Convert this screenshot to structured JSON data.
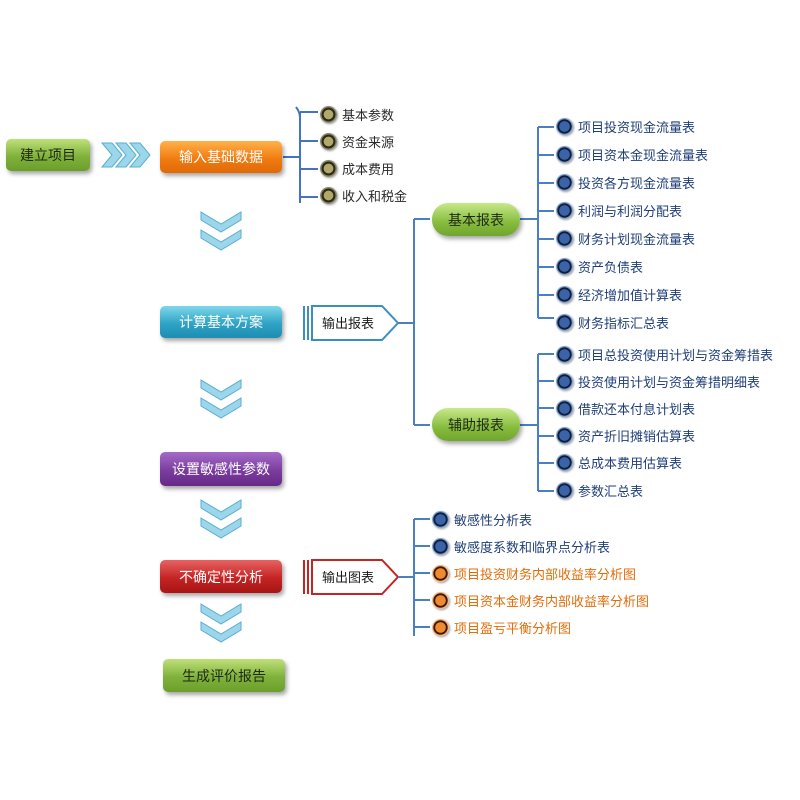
{
  "flow": {
    "create_project": "建立项目",
    "input_data": "输入基础数据",
    "calc_plan": "计算基本方案",
    "set_sensitivity": "设置敏感性参数",
    "uncertainty": "不确定性分析",
    "gen_report": "生成评价报告"
  },
  "input_items": [
    "基本参数",
    "资金来源",
    "成本费用",
    "收入和税金"
  ],
  "output_reports": {
    "label": "输出报表",
    "basic": {
      "label": "基本报表",
      "items": [
        "项目投资现金流量表",
        "项目资本金现金流量表",
        "投资各方现金流量表",
        "利润与利润分配表",
        "财务计划现金流量表",
        "资产负债表",
        "经济增加值计算表",
        "财务指标汇总表"
      ]
    },
    "aux": {
      "label": "辅助报表",
      "items": [
        "项目总投资使用计划与资金筹措表",
        "投资使用计划与资金筹措明细表",
        "借款还本付息计划表",
        "资产折旧摊销估算表",
        "总成本费用估算表",
        "参数汇总表"
      ]
    }
  },
  "output_charts": {
    "label": "输出图表",
    "items_blue": [
      "敏感性分析表",
      "敏感度系数和临界点分析表"
    ],
    "items_orange": [
      "项目投资财务内部收益率分析图",
      "项目资本金财务内部收益率分析图",
      "项目盈亏平衡分析图"
    ]
  },
  "colors": {
    "connector": "#4a7fc1",
    "input_bracket": "#4472c4",
    "blue_text": "#1f3f78",
    "orange_text": "#e36c09",
    "chevron": "#9bd6ea"
  }
}
